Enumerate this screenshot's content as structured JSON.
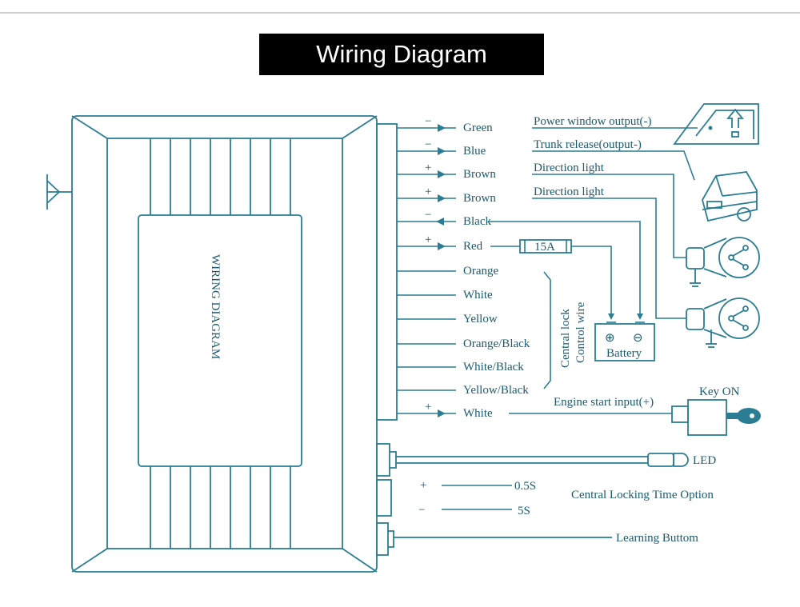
{
  "title": "Wiring Diagram",
  "module_label": "WIRING DIAGRAM",
  "colors": {
    "line": "#2a7d92",
    "text": "#1c5a6e",
    "title_bg": "#000000",
    "title_fg": "#ffffff"
  },
  "wires": [
    {
      "sign": "−",
      "color": "Green",
      "function": "Power window output(-)"
    },
    {
      "sign": "−",
      "color": "Blue",
      "function": "Trunk release(output-)"
    },
    {
      "sign": "+",
      "color": "Brown",
      "function": "Direction light"
    },
    {
      "sign": "+",
      "color": "Brown",
      "function": "Direction light"
    },
    {
      "sign": "−",
      "color": "Black",
      "function": ""
    },
    {
      "sign": "+",
      "color": "Red",
      "function": ""
    },
    {
      "sign": "",
      "color": "Orange",
      "function": ""
    },
    {
      "sign": "",
      "color": "White",
      "function": ""
    },
    {
      "sign": "",
      "color": "Yellow",
      "function": ""
    },
    {
      "sign": "",
      "color": "Orange/Black",
      "function": ""
    },
    {
      "sign": "",
      "color": "White/Black",
      "function": ""
    },
    {
      "sign": "",
      "color": "Yellow/Black",
      "function": ""
    },
    {
      "sign": "+",
      "color": "White",
      "function": "Engine start input(+)"
    }
  ],
  "fuse": "15A",
  "central_lock_label": [
    "Central lock",
    "Control wire"
  ],
  "battery": {
    "label": "Battery",
    "plus": "⊕",
    "minus": "⊖"
  },
  "key_label": "Key ON",
  "led_label": "LED",
  "time_option": {
    "plus": "+",
    "minus": "−",
    "fast": "0.5S",
    "slow": "5S",
    "label": "Central Locking Time Option"
  },
  "learning_label": "Learning Buttom"
}
